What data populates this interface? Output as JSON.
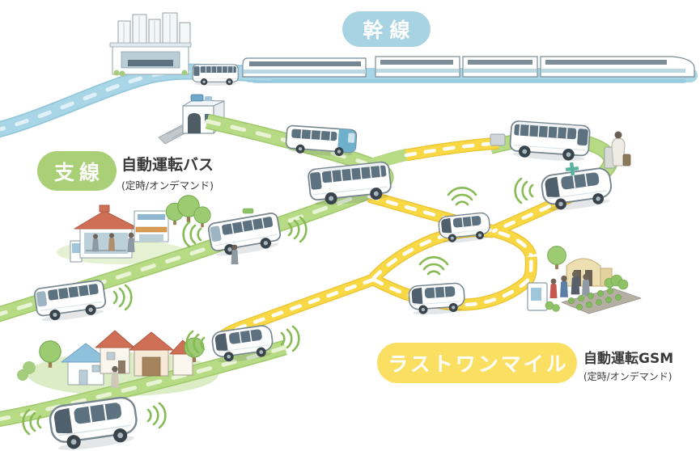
{
  "badges": {
    "main_line": {
      "label": "幹線",
      "color": "#a7d3e3",
      "text_color": "#ffffff"
    },
    "branch_line": {
      "label": "支線",
      "color": "#a9cf77",
      "text_color": "#ffffff"
    },
    "last_mile": {
      "label": "ラストワンマイル",
      "color": "#fbdf63",
      "text_color": "#ffffff"
    }
  },
  "annotations": {
    "branch_line": {
      "title": "自動運転バス",
      "subtitle": "(定時/オンデマンド)"
    },
    "last_mile": {
      "title": "自動運転GSM",
      "subtitle": "(定時/オンデマンド)"
    }
  },
  "route_colors": {
    "main_line_road": "#a9d6e6",
    "branch_line_road": "#b7da85",
    "last_mile_road": "#f8d845",
    "signal_wave": "#86bb55"
  }
}
